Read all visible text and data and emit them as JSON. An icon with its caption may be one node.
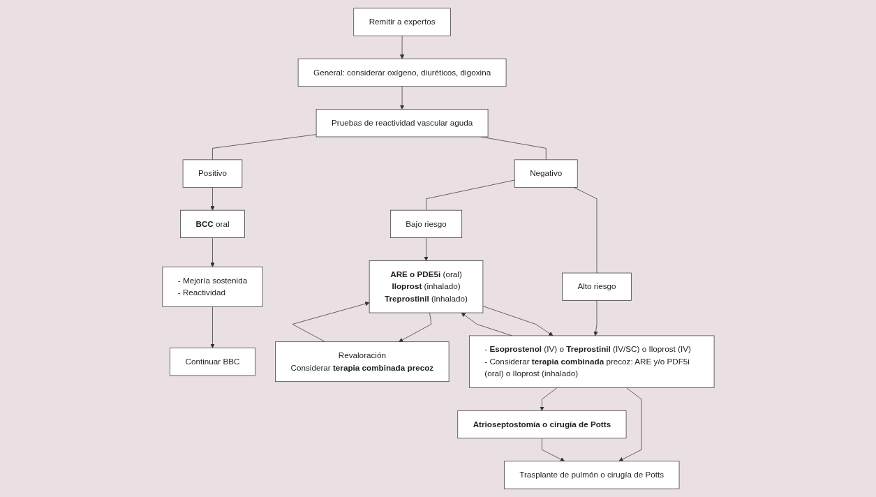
{
  "diagram": {
    "nodes": [
      {
        "text": [
          "Remitir a expertos"
        ]
      },
      {
        "text": [
          "General: considerar oxígeno, diuréticos, digoxina"
        ]
      },
      {
        "text": [
          "Pruebas de reactividad vascular aguda"
        ]
      },
      {
        "text": [
          "Positivo"
        ]
      },
      {
        "text": [
          "Negativo"
        ]
      },
      {
        "text": [
          "**BCC** oral"
        ]
      },
      {
        "text": [
          "Bajo riesgo"
        ]
      },
      {
        "text": [
          "Alto riesgo"
        ]
      },
      {
        "text": [
          "- Mejoría sostenida",
          "- Reactividad"
        ]
      },
      {
        "text": [
          "**ARE o PDE5i** (oral)",
          "**Iloprost** (inhalado)",
          "**Treprostinil** (inhalado)"
        ]
      },
      {
        "text": [
          "- **Esoprostenol** (IV) o **Treprostinil** (IV/SC) o Iloprost (IV)",
          "- Considerar **terapia combinada** precoz: ARE y/o PDF5i (oral) o Iloprost (inhalado)"
        ]
      },
      {
        "text": [
          "Continuar BBC"
        ]
      },
      {
        "text": [
          "Revaloración",
          "Considerar **terapia combinada precoz**"
        ]
      },
      {
        "text": [
          "Atrioseptostomía o cirugía de Potts"
        ]
      },
      {
        "text": [
          "Trasplante de pulmón o cirugía de Potts"
        ]
      }
    ],
    "edges": [
      {
        "from": 0,
        "to": 1,
        "arrow": "to"
      },
      {
        "from": 1,
        "to": 2,
        "arrow": "to"
      },
      {
        "from": 2,
        "to": 3,
        "arrow": "none"
      },
      {
        "from": 2,
        "to": 4,
        "arrow": "none"
      },
      {
        "from": 3,
        "to": 5,
        "arrow": "to"
      },
      {
        "from": 4,
        "to": 6,
        "arrow": "none"
      },
      {
        "from": 4,
        "to": 7,
        "arrow": "none"
      },
      {
        "from": 5,
        "to": 8,
        "arrow": "to"
      },
      {
        "from": 6,
        "to": 9,
        "arrow": "to"
      },
      {
        "from": 7,
        "to": 10,
        "arrow": "to"
      },
      {
        "from": 8,
        "to": 11,
        "arrow": "to"
      },
      {
        "from": 9,
        "to": 10,
        "arrow": "to"
      },
      {
        "from": 10,
        "to": 9,
        "arrow": "to"
      },
      {
        "from": 9,
        "to": 12,
        "arrow": "to"
      },
      {
        "from": 12,
        "to": 9,
        "arrow": "to"
      },
      {
        "from": 10,
        "to": 13,
        "arrow": "to"
      },
      {
        "from": 10,
        "to": 14,
        "arrow": "to"
      },
      {
        "from": 13,
        "to": 14,
        "arrow": "to"
      }
    ]
  }
}
